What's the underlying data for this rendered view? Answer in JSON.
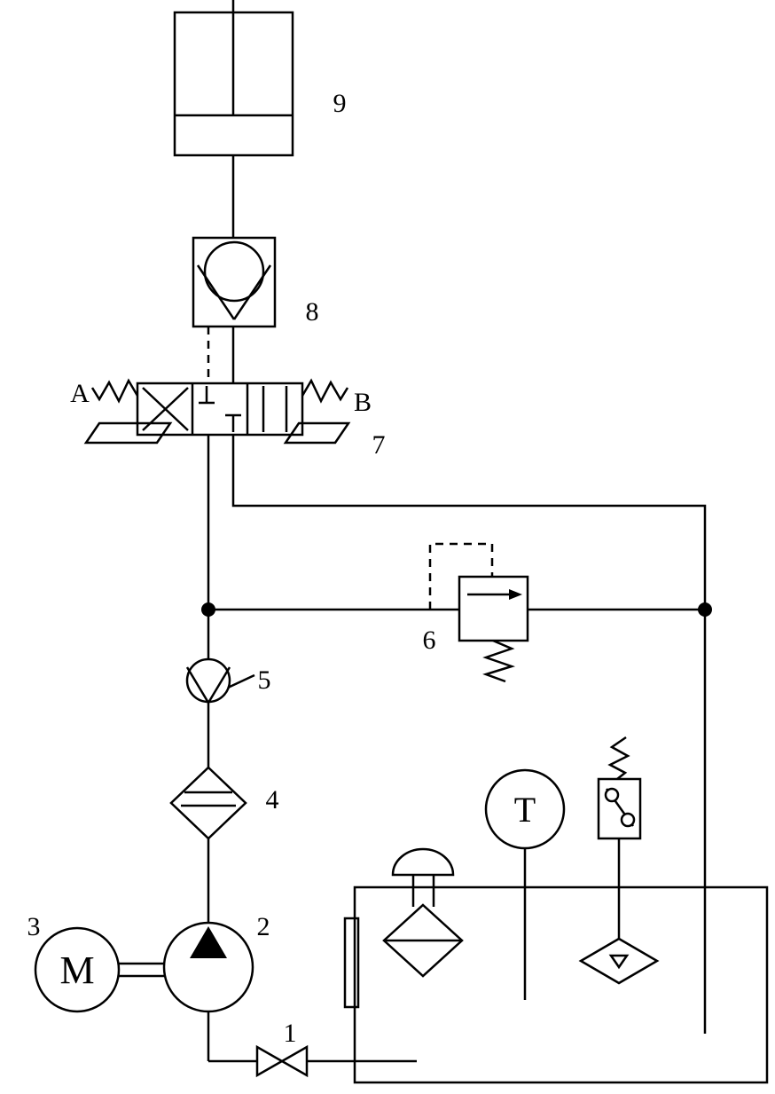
{
  "page": {
    "background": "#ffffff",
    "line_color": "#000000"
  },
  "labels": {
    "cylinder": "9",
    "pilot_check_valve": "8",
    "directional_valve": "7",
    "relief_valve": "6",
    "check_valve": "5",
    "filter": "4",
    "motor": "3",
    "pump": "2",
    "shutoff_valve": "1",
    "port_a": "A",
    "port_b": "B",
    "motor_symbol": "M",
    "thermometer_symbol": "T"
  }
}
